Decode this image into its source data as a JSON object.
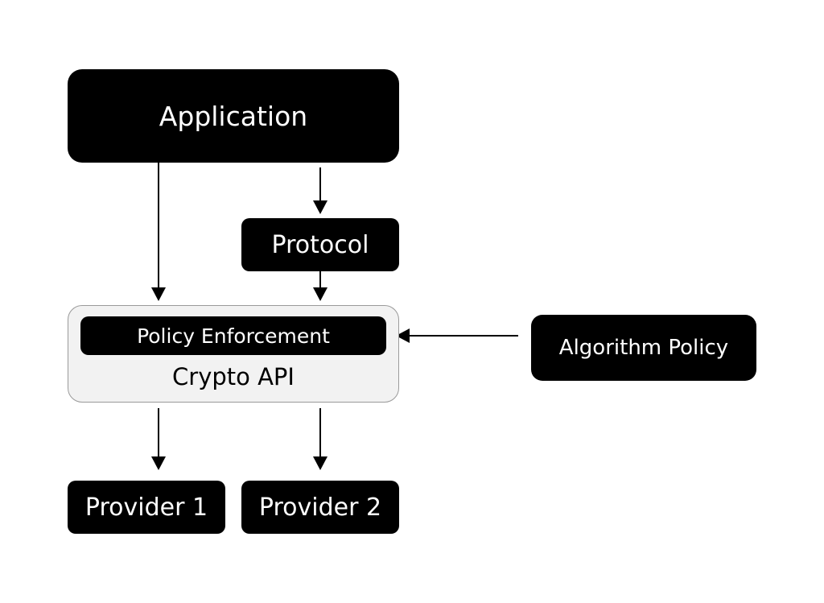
{
  "nodes": {
    "application": "Application",
    "protocol": "Protocol",
    "policy_enforcement": "Policy Enforcement",
    "crypto_api": "Crypto API",
    "algorithm_policy": "Algorithm Policy",
    "provider_1": "Provider 1",
    "provider_2": "Provider 2"
  },
  "edges": [
    {
      "from": "application",
      "to": "crypto_api"
    },
    {
      "from": "application",
      "to": "protocol"
    },
    {
      "from": "protocol",
      "to": "crypto_api"
    },
    {
      "from": "algorithm_policy",
      "to": "policy_enforcement"
    },
    {
      "from": "crypto_api",
      "to": "provider_1"
    },
    {
      "from": "crypto_api",
      "to": "provider_2"
    }
  ]
}
